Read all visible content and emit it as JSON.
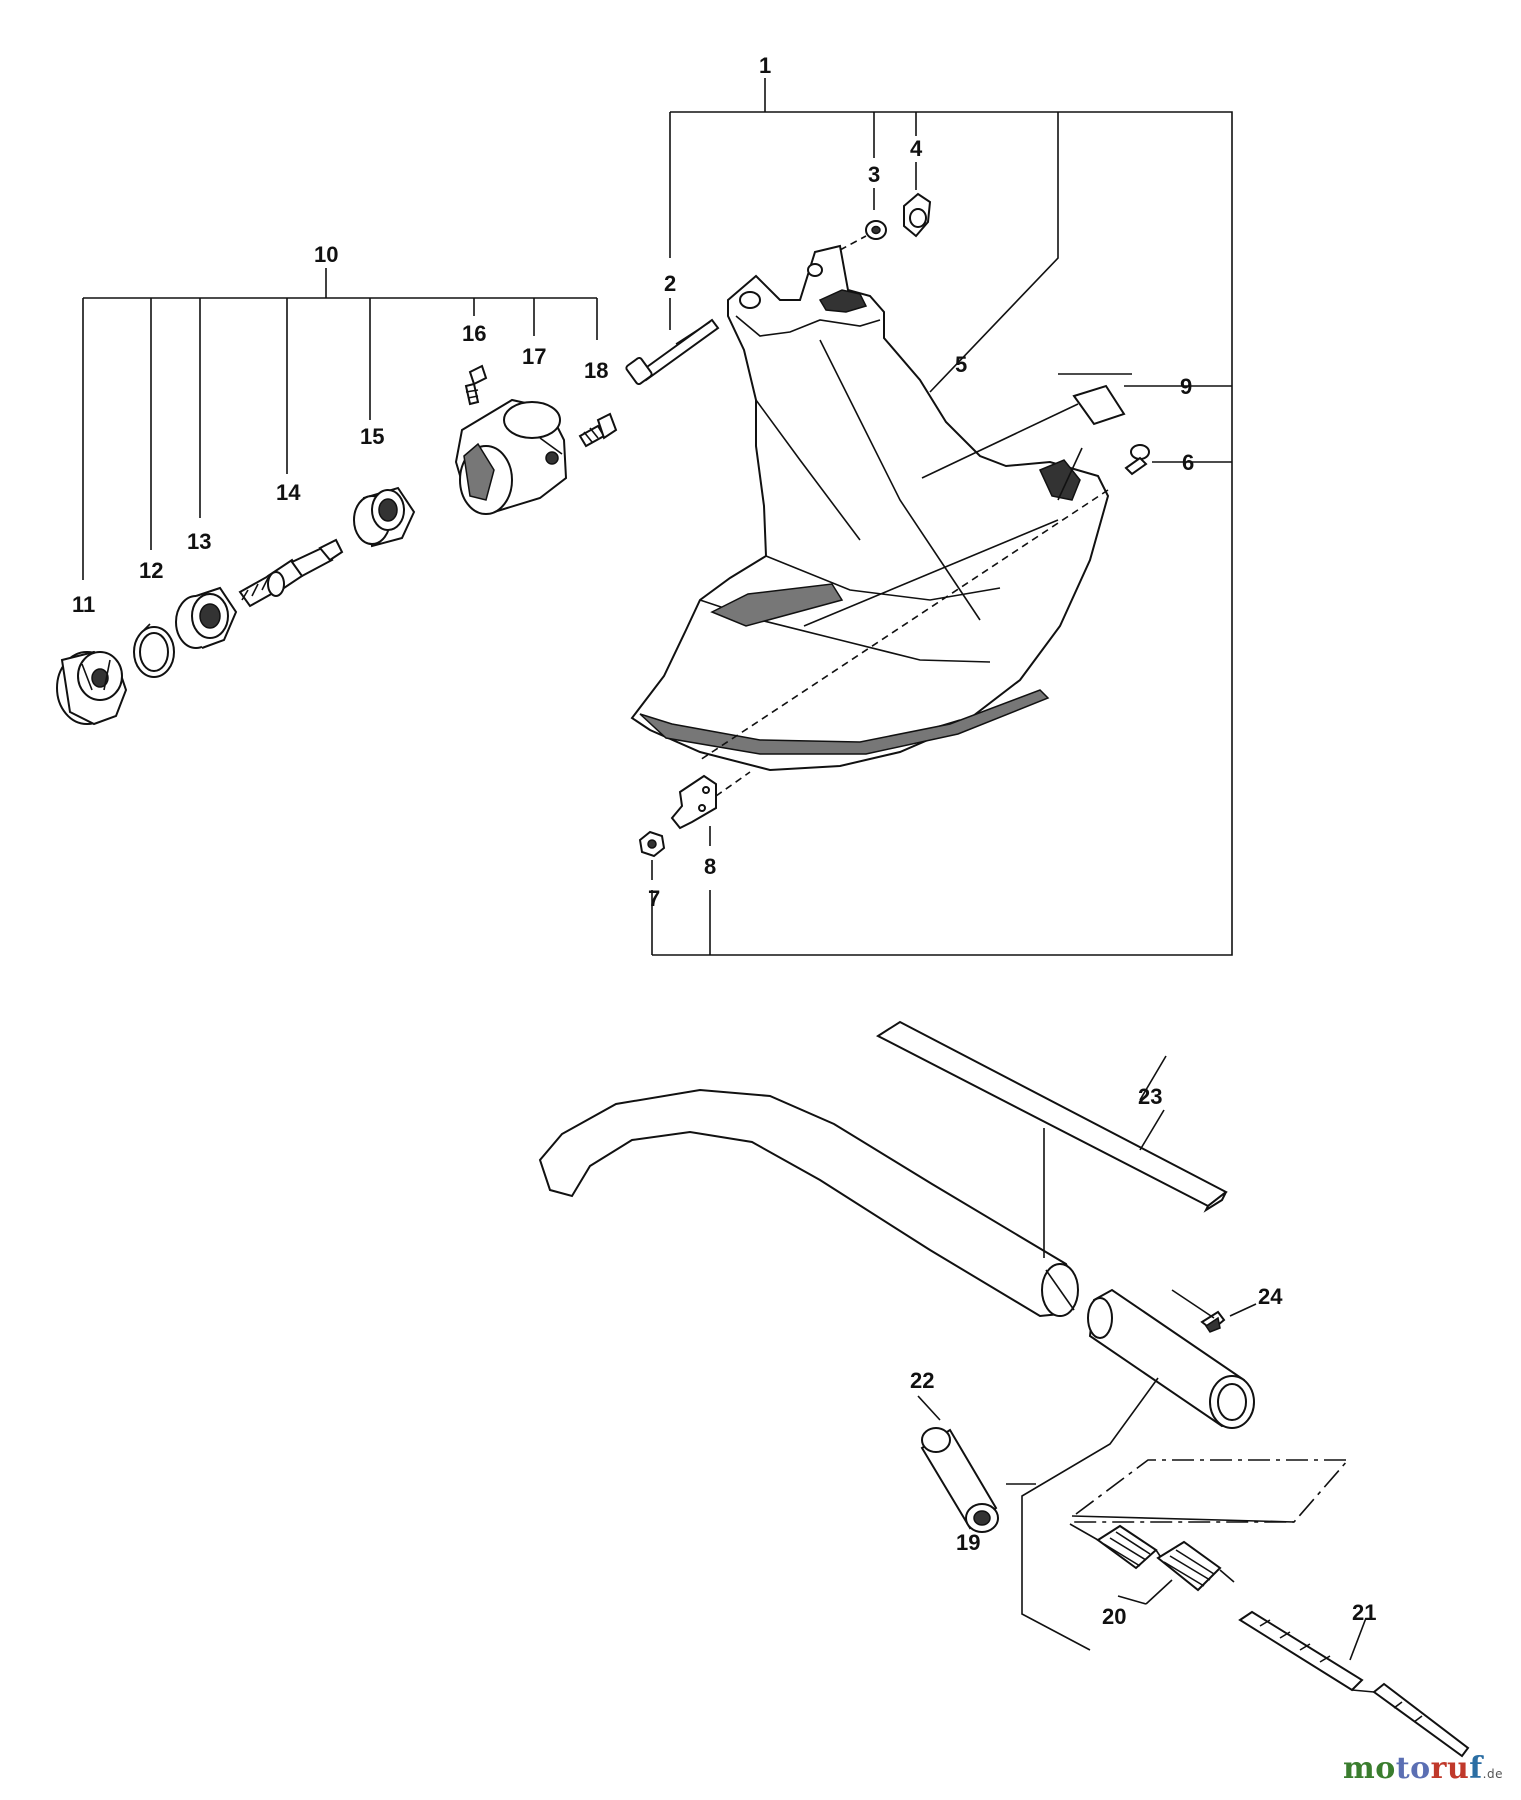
{
  "diagram": {
    "callouts": {
      "c1": "1",
      "c2": "2",
      "c3": "3",
      "c4": "4",
      "c5": "5",
      "c6": "6",
      "c7": "7",
      "c8": "8",
      "c9": "9",
      "c10": "10",
      "c11": "11",
      "c12": "12",
      "c13": "13",
      "c14": "14",
      "c15": "15",
      "c16": "16",
      "c17": "17",
      "c18": "18",
      "c19": "19",
      "c20": "20",
      "c21": "21",
      "c22": "22",
      "c23": "23",
      "c24": "24"
    }
  },
  "watermark": {
    "p1": "mo",
    "p2": "to",
    "p3": "ru",
    "p4": "f",
    "tld": ".de"
  }
}
